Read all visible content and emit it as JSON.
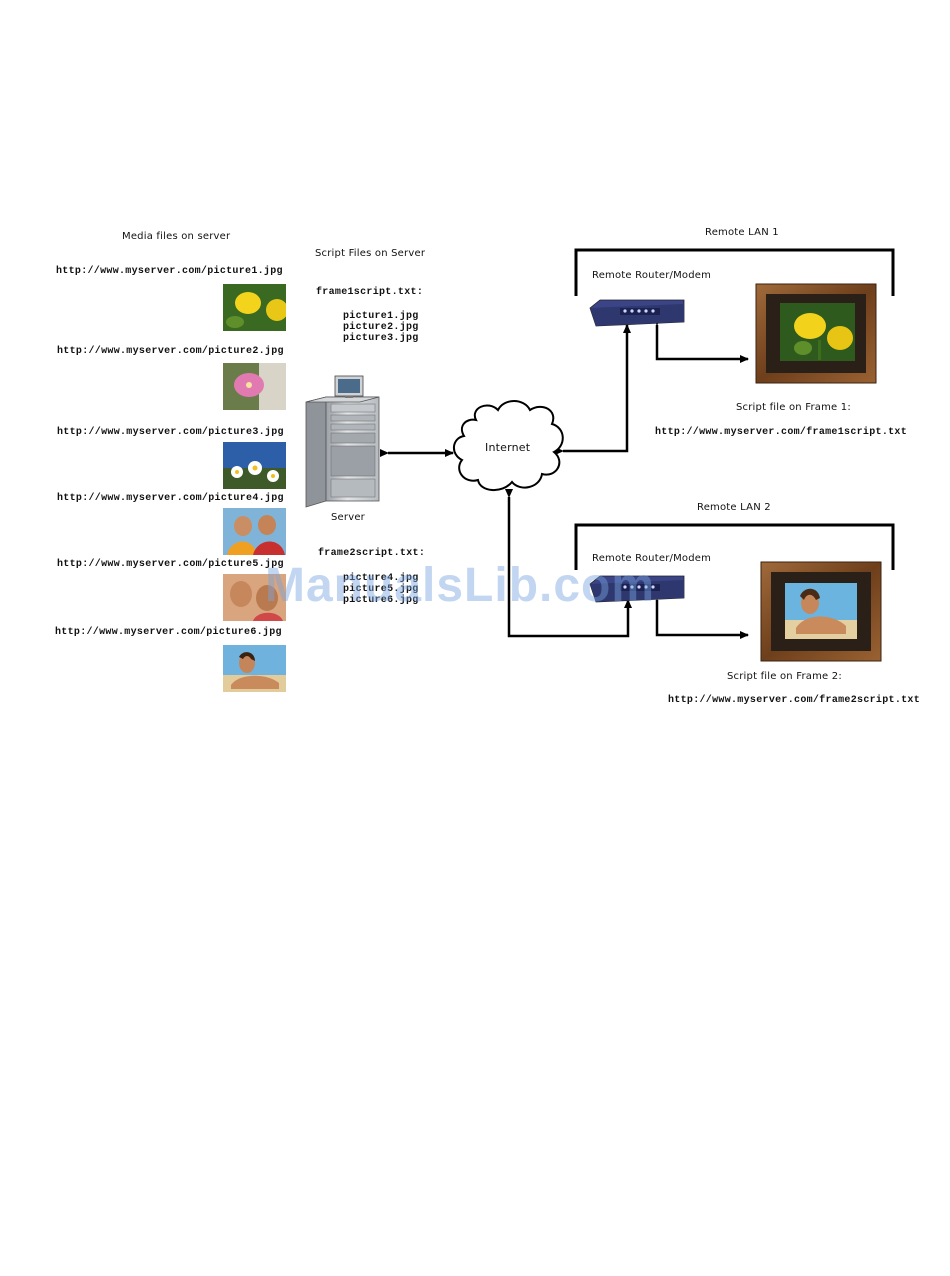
{
  "media": {
    "heading": "Media files on server",
    "files": [
      {
        "url": "http://www.myserver.com/picture1.jpg"
      },
      {
        "url": "http://www.myserver.com/picture2.jpg"
      },
      {
        "url": "http://www.myserver.com/picture3.jpg"
      },
      {
        "url": "http://www.myserver.com/picture4.jpg"
      },
      {
        "url": "http://www.myserver.com/picture5.jpg"
      },
      {
        "url": "http://www.myserver.com/picture6.jpg"
      }
    ]
  },
  "scripts": {
    "heading": "Script Files on Server",
    "frame1": {
      "name": "frame1script.txt:",
      "lines": [
        "picture1.jpg",
        "picture2.jpg",
        "picture3.jpg"
      ]
    },
    "frame2": {
      "name": "frame2script.txt:",
      "lines": [
        "picture4.jpg",
        "picture5.jpg",
        "picture6.jpg"
      ]
    }
  },
  "server": {
    "label": "Server"
  },
  "internet": {
    "label": "Internet"
  },
  "lan1": {
    "title": "Remote LAN 1",
    "router_label": "Remote Router/Modem",
    "script_caption": "Script file on Frame 1:",
    "script_url": "http://www.myserver.com/frame1script.txt"
  },
  "lan2": {
    "title": "Remote LAN 2",
    "router_label": "Remote Router/Modem",
    "script_caption": "Script file on Frame 2:",
    "script_url": "http://www.myserver.com/frame2script.txt"
  },
  "watermark": "ManualsLib.com",
  "colors": {
    "router": "#3a4486",
    "frame_wood": "#7a4a22",
    "arrow": "#000000"
  }
}
